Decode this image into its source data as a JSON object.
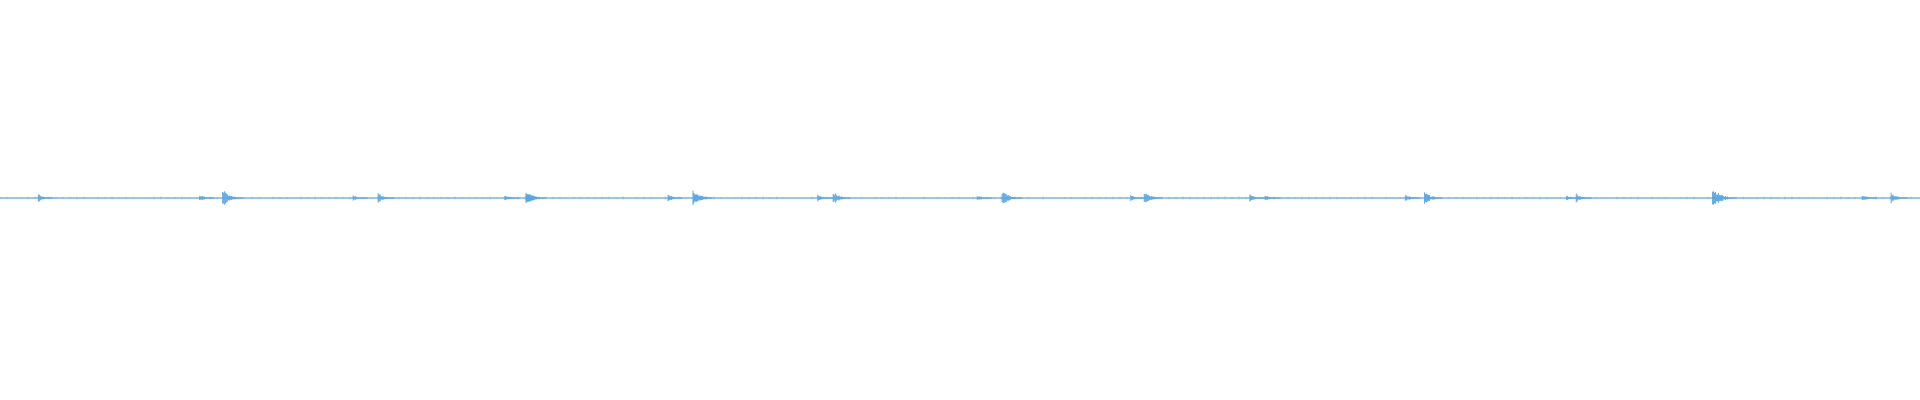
{
  "waveform": {
    "color": "#5aa7e0",
    "background": "#ffffff",
    "peak_positions": [
      0.021,
      0.105,
      0.117,
      0.185,
      0.198,
      0.264,
      0.275,
      0.349,
      0.362,
      0.427,
      0.435,
      0.51,
      0.523,
      0.59,
      0.597,
      0.652,
      0.66,
      0.733,
      0.743,
      0.817,
      0.822,
      0.893,
      0.971,
      0.986
    ],
    "peak_amplitudes": [
      0.35,
      0.3,
      0.75,
      0.3,
      0.45,
      0.3,
      0.65,
      0.35,
      0.7,
      0.3,
      0.55,
      0.3,
      0.65,
      0.3,
      0.55,
      0.4,
      0.3,
      0.35,
      0.55,
      0.25,
      0.4,
      0.9,
      0.3,
      0.45
    ]
  }
}
